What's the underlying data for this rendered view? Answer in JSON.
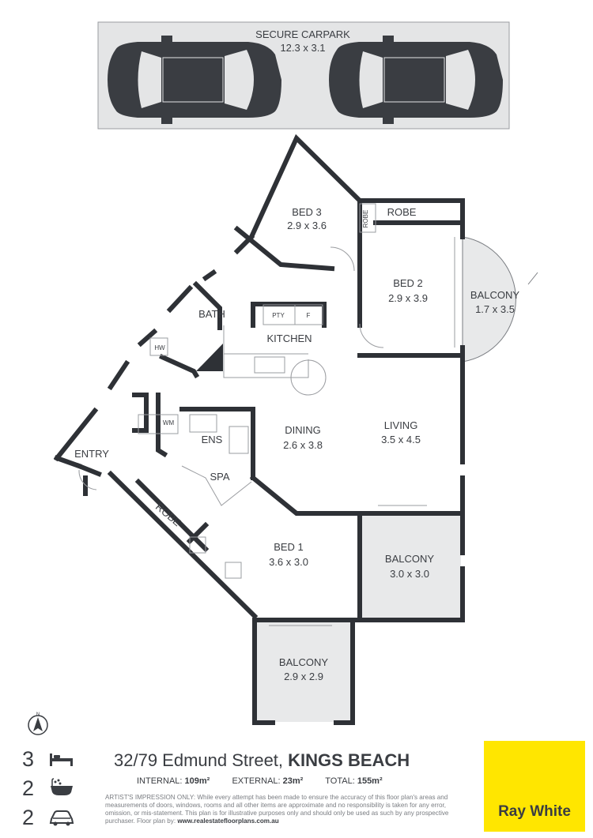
{
  "carpark": {
    "title": "SECURE CARPARK",
    "size": "12.3 x 3.1"
  },
  "rooms": {
    "bed3": {
      "name": "BED 3",
      "size": "2.9 x 3.6"
    },
    "bed2": {
      "name": "BED 2",
      "size": "2.9 x 3.9"
    },
    "bed1": {
      "name": "BED 1",
      "size": "3.6 x 3.0"
    },
    "balcony_east": {
      "name": "BALCONY",
      "size": "1.7 x 3.5"
    },
    "balcony_mid": {
      "name": "BALCONY",
      "size": "3.0 x 3.0"
    },
    "balcony_south": {
      "name": "BALCONY",
      "size": "2.9 x 2.9"
    },
    "living": {
      "name": "LIVING",
      "size": "3.5 x 4.5"
    },
    "dining": {
      "name": "DINING",
      "size": "2.6 x 3.8"
    },
    "kitchen": "KITCHEN",
    "bath": "BATH",
    "ens": "ENS",
    "spa": "SPA",
    "entry": "ENTRY",
    "robe_bed3": "ROBE",
    "robe_bed2": "ROBE",
    "robe_bed1": "ROBE",
    "pty": "PTY",
    "fridge": "F",
    "hw": "HW",
    "wm": "WM"
  },
  "compass_label": "N",
  "stats": {
    "beds": "3",
    "baths": "2",
    "cars": "2"
  },
  "address": {
    "street": "32/79 Edmund Street,",
    "suburb": "KINGS BEACH"
  },
  "areas": {
    "internal_label": "INTERNAL:",
    "internal_value": "109m²",
    "external_label": "EXTERNAL:",
    "external_value": "23m²",
    "total_label": "TOTAL:",
    "total_value": "155m²"
  },
  "disclaimer": {
    "text": "ARTIST'S IMPRESSION ONLY: While every attempt has been made to ensure the accuracy of this floor plan's areas and measurements of doors, windows, rooms and all other items are approximate and no responsibility is taken for any error, omission, or mis-statement. This plan is for illustrative purposes only and should only be used as such by any prospective purchaser. Floor plan by:",
    "site": "www.realestatefloorplans.com.au"
  },
  "brand": "Ray White",
  "colors": {
    "wall": "#2e3136",
    "balcony_fill": "#e8e9ea",
    "brand_yellow": "#ffe600",
    "text": "#3a3d42"
  }
}
